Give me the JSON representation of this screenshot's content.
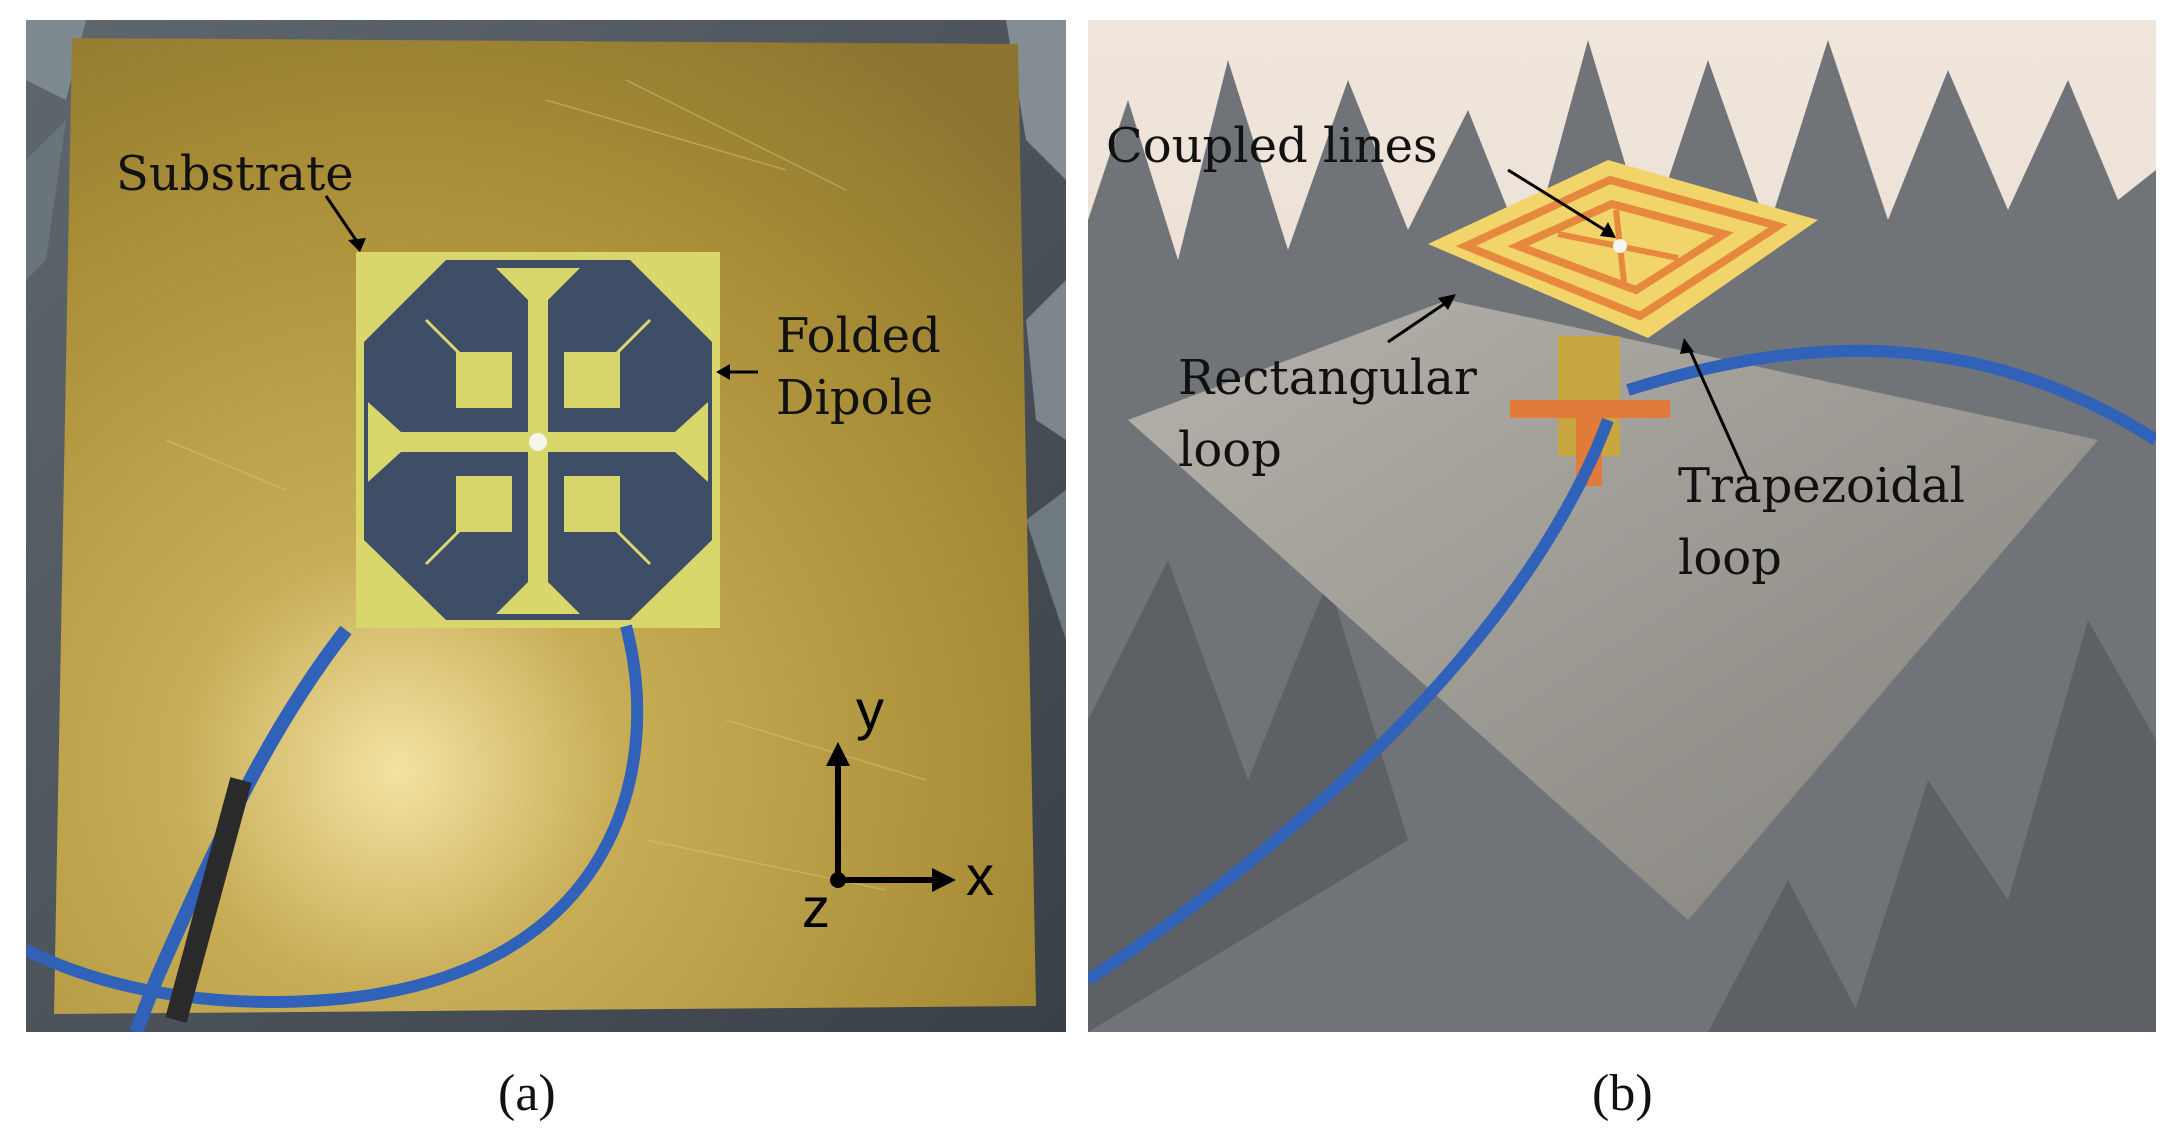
{
  "panel_a": {
    "labels": {
      "substrate": "Substrate",
      "folded_dipole_line1": "Folded",
      "folded_dipole_line2": "Dipole"
    },
    "axes": {
      "y": "y",
      "x": "x",
      "z": "z"
    },
    "caption": "(a)"
  },
  "panel_b": {
    "labels": {
      "coupled_lines": "Coupled lines",
      "rectangular_line1": "Rectangular",
      "rectangular_line2": "loop",
      "trapezoidal_line1": "Trapezoidal",
      "trapezoidal_line2": "loop"
    },
    "caption": "(b)"
  },
  "colors": {
    "brass_plate": "#b59a3c",
    "pcb_yellow": "#d8d46a",
    "pcb_copper": "#3f4f66",
    "cable_blue": "#2f62b8",
    "absorber_gray": "#6f7378",
    "ground_plate_gray": "#9a9a92"
  }
}
